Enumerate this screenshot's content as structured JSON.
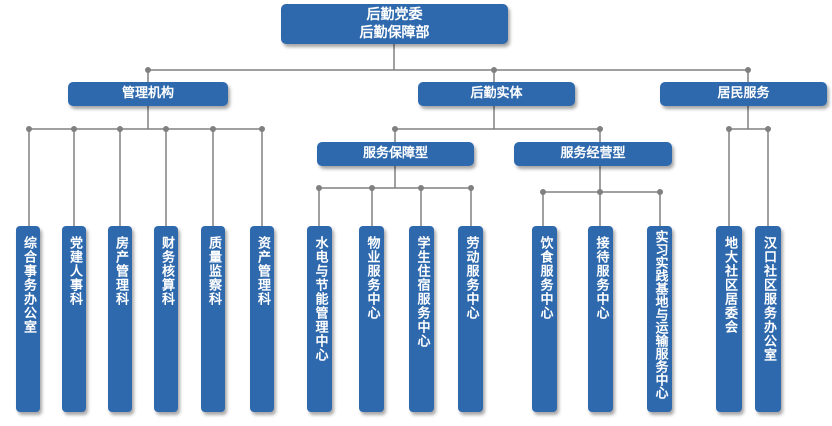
{
  "root": {
    "line1": "后勤党委",
    "line2": "后勤保障部"
  },
  "level1": {
    "management": "管理机构",
    "entity": "后勤实体",
    "resident": "居民服务"
  },
  "level2": {
    "support_type": "服务保障型",
    "operation_type": "服务经营型"
  },
  "management_units": [
    "综合事务办公室",
    "党建人事科",
    "房产管理科",
    "财务核算科",
    "质量监察科",
    "资产管理科"
  ],
  "support_units": [
    "水电与节能管理中心",
    "物业服务中心",
    "学生住宿服务中心",
    "劳动服务中心"
  ],
  "operation_units": [
    "饮食服务中心",
    "接待服务中心",
    "实习实践基地与运输服务中心"
  ],
  "resident_units": [
    "地大社区居委会",
    "汉口社区服务办公室"
  ],
  "colors": {
    "box": "#2f69ad",
    "line": "#808080",
    "dot": "#808080"
  }
}
